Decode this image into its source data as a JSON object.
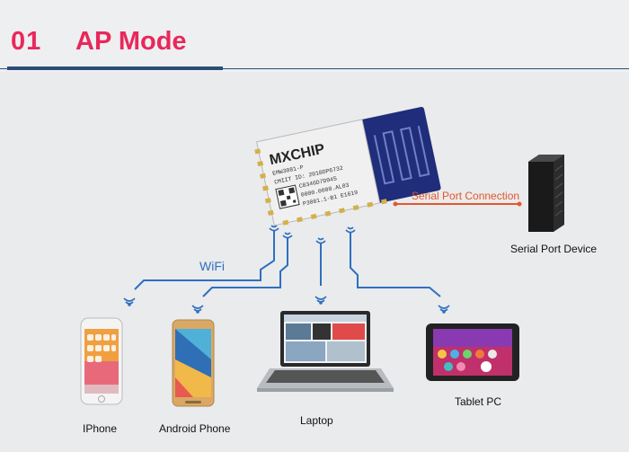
{
  "header": {
    "number": "01",
    "title": "AP Mode"
  },
  "module": {
    "brand": "MXCHIP",
    "lines": [
      "EMW3081-P",
      "CMIIT ID: 2018DP6732",
      "C8346D7D045",
      "0000.0000.AL03",
      "P3081.1-B1 E1619"
    ]
  },
  "links": {
    "wifi": "WiFi",
    "serial": "Serial Port Connection"
  },
  "devices": {
    "serial_device": "Serial Port Device",
    "iphone": "IPhone",
    "android": "Android Phone",
    "laptop": "Laptop",
    "tablet": "Tablet PC"
  },
  "colors": {
    "title": "#e8285b",
    "rule": "#2b4e78",
    "wifi_line": "#2f6fc0",
    "serial_line": "#e4572e"
  }
}
